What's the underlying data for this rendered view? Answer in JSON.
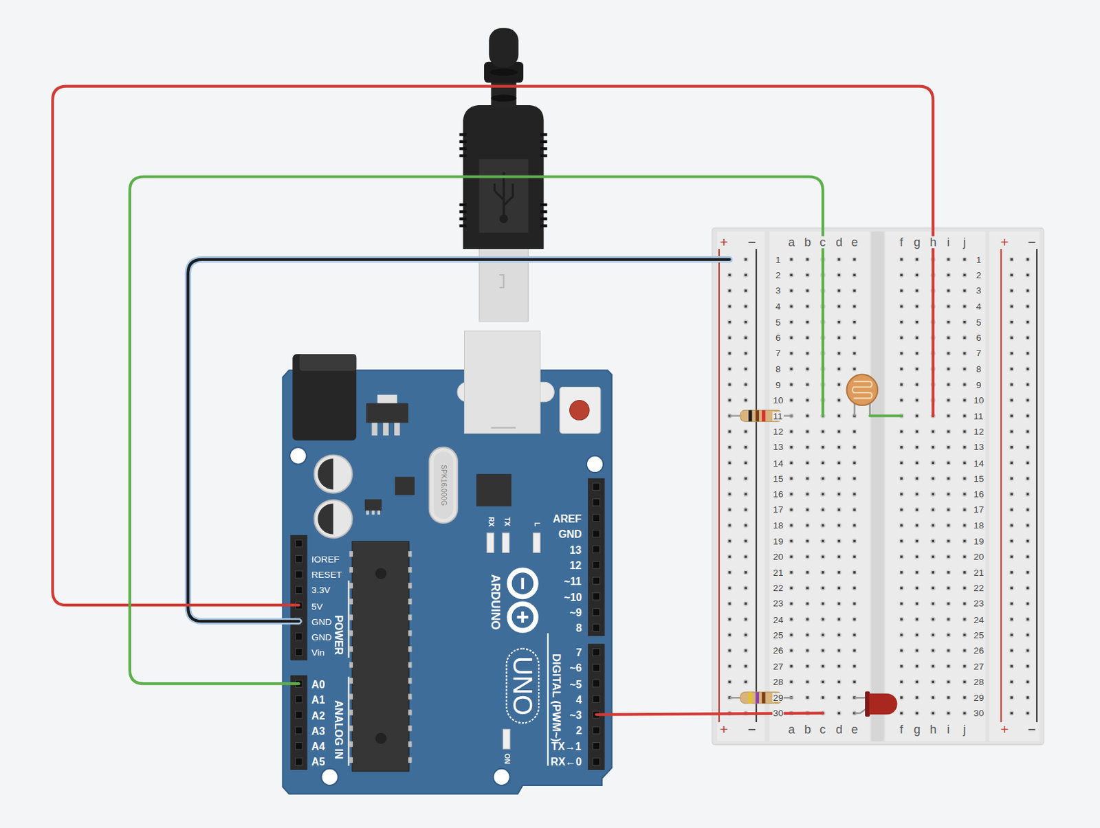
{
  "diagram": {
    "labels": [
      "+",
      "−",
      "a",
      "b",
      "c",
      "d",
      "e",
      "f",
      "g",
      "h",
      "i",
      "j",
      "+",
      "−",
      "1",
      "2",
      "3",
      "4",
      "5",
      "6",
      "7",
      "8",
      "9",
      "10",
      "11",
      "12",
      "13",
      "14",
      "15",
      "16",
      "17",
      "18",
      "19",
      "20",
      "21",
      "22",
      "23",
      "24",
      "25",
      "26",
      "27",
      "28",
      "29",
      "30",
      "1",
      "2",
      "3",
      "4",
      "5",
      "6",
      "7",
      "8",
      "9",
      "10",
      "11",
      "12",
      "13",
      "14",
      "15",
      "16",
      "17",
      "18",
      "19",
      "20",
      "21",
      "22",
      "23",
      "24",
      "25",
      "26",
      "27",
      "28",
      "29",
      "30",
      "+",
      "−",
      "a",
      "b",
      "c",
      "d",
      "e",
      "f",
      "g",
      "h",
      "i",
      "j",
      "+",
      "−",
      "IOREF",
      "RESET",
      "3.3V",
      "5V",
      "GND",
      "GND",
      "Vin",
      "POWER",
      "A0",
      "A1",
      "A2",
      "A3",
      "A4",
      "A5",
      "ANALOG IN",
      "AREF",
      "GND",
      "13",
      "12",
      "~11",
      "~10",
      "~9",
      "8",
      "7",
      "~6",
      "~5",
      "4",
      "~3",
      "2",
      "TX→1",
      "RX←0",
      "DIGITAL (PWM~)",
      "ARDUINO",
      "UNO",
      "ON",
      "RX",
      "TX",
      "L",
      "SPK16.000G"
    ]
  }
}
